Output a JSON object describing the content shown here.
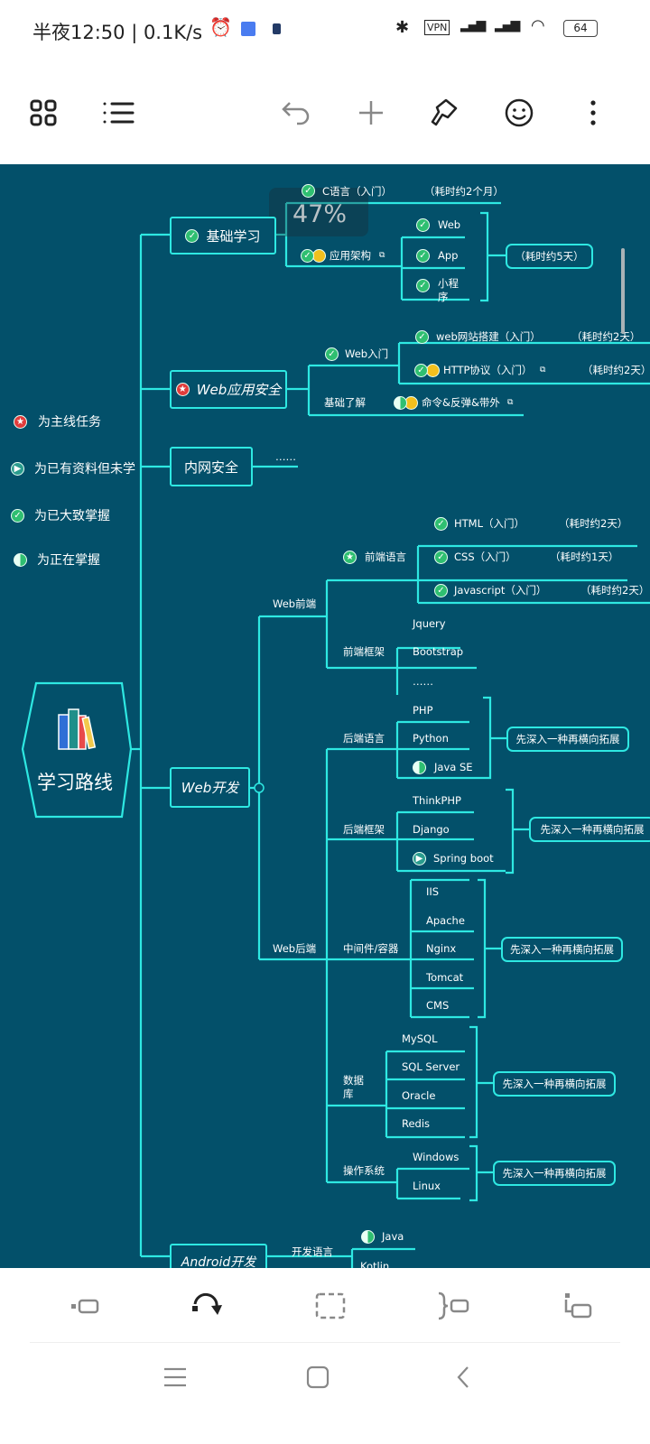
{
  "status_bar": {
    "time": "半夜12:50 | 0.1K/s",
    "vpn": "VPN",
    "battery": "64",
    "icons": [
      "alarm-icon",
      "calendar-icon",
      "cat-icon",
      "bluetooth-icon",
      "vpn-icon",
      "signal-icon",
      "signal-icon",
      "wifi-icon",
      "battery-icon"
    ]
  },
  "toolbar": {
    "icons": [
      "grid-icon",
      "outline-icon",
      "undo-icon",
      "add-icon",
      "style-brush-icon",
      "emoji-icon",
      "more-icon"
    ]
  },
  "overlay": {
    "zoom": "47%"
  },
  "legend": [
    {
      "icon": "red-star-icon",
      "label": "为主线任务"
    },
    {
      "icon": "play-icon",
      "label": "为已有资料但未学"
    },
    {
      "icon": "check-icon",
      "label": "为已大致掌握"
    },
    {
      "icon": "clock-icon",
      "label": "为正在掌握"
    }
  ],
  "map": {
    "root": "学习路线",
    "basic": {
      "label": "基础学习",
      "c_lang": "C语言（入门）",
      "c_time": "（耗时约2个月）",
      "arch": "应用架构",
      "web": "Web",
      "app": "App",
      "mini": "小程序",
      "arch_time": "（耗时约5天）"
    },
    "websec": {
      "label": "Web应用安全",
      "intro": "Web入门",
      "site": "web网站搭建（入门）",
      "site_time": "（耗时约2天）",
      "http": "HTTP协议（入门）",
      "http_time": "（耗时约2天）",
      "basics": "基础了解",
      "cmd": "命令&反弹&带外"
    },
    "intranet": {
      "label": "内网安全",
      "more": "……"
    },
    "webdev": {
      "label": "Web开发",
      "front": "Web前端",
      "front_lang": "前端语言",
      "html": "HTML（入门）",
      "html_time": "（耗时约2天）",
      "css": "CSS（入门）",
      "css_time": "（耗时约1天）",
      "js": "Javascript（入门）",
      "js_time": "（耗时约2天）",
      "front_fw": "前端框架",
      "fw_items": [
        "Jquery",
        "Bootstrap",
        "……"
      ],
      "back": "Web后端",
      "back_lang": "后端语言",
      "lang_items": [
        "PHP",
        "Python",
        "Java SE"
      ],
      "back_fw": "后端框架",
      "bfw_items": [
        "ThinkPHP",
        "Django",
        "Spring boot"
      ],
      "middleware": "中间件/容器",
      "mw_items": [
        "IIS",
        "Apache",
        "Nginx",
        "Tomcat",
        "CMS"
      ],
      "db": "数据库",
      "db_items": [
        "MySQL",
        "SQL Server",
        "Oracle",
        "Redis"
      ],
      "os": "操作系统",
      "os_items": [
        "Windows",
        "Linux"
      ],
      "advice": "先深入一种再横向拓展"
    },
    "android": {
      "label": "Android开发",
      "lang": "开发语言",
      "items": [
        "Java",
        "Kotlin"
      ]
    }
  },
  "bottom_toolbar": {
    "icons": [
      "insert-sibling-icon",
      "relationship-icon",
      "boundary-icon",
      "summary-icon",
      "insert-child-icon"
    ]
  },
  "nav_bar": {
    "icons": [
      "menu-icon",
      "home-icon",
      "back-icon"
    ]
  },
  "colors": {
    "canvas": "#03506a",
    "line": "#2ee8e2",
    "check": "#2fbf71",
    "star": "#e23c3c"
  }
}
